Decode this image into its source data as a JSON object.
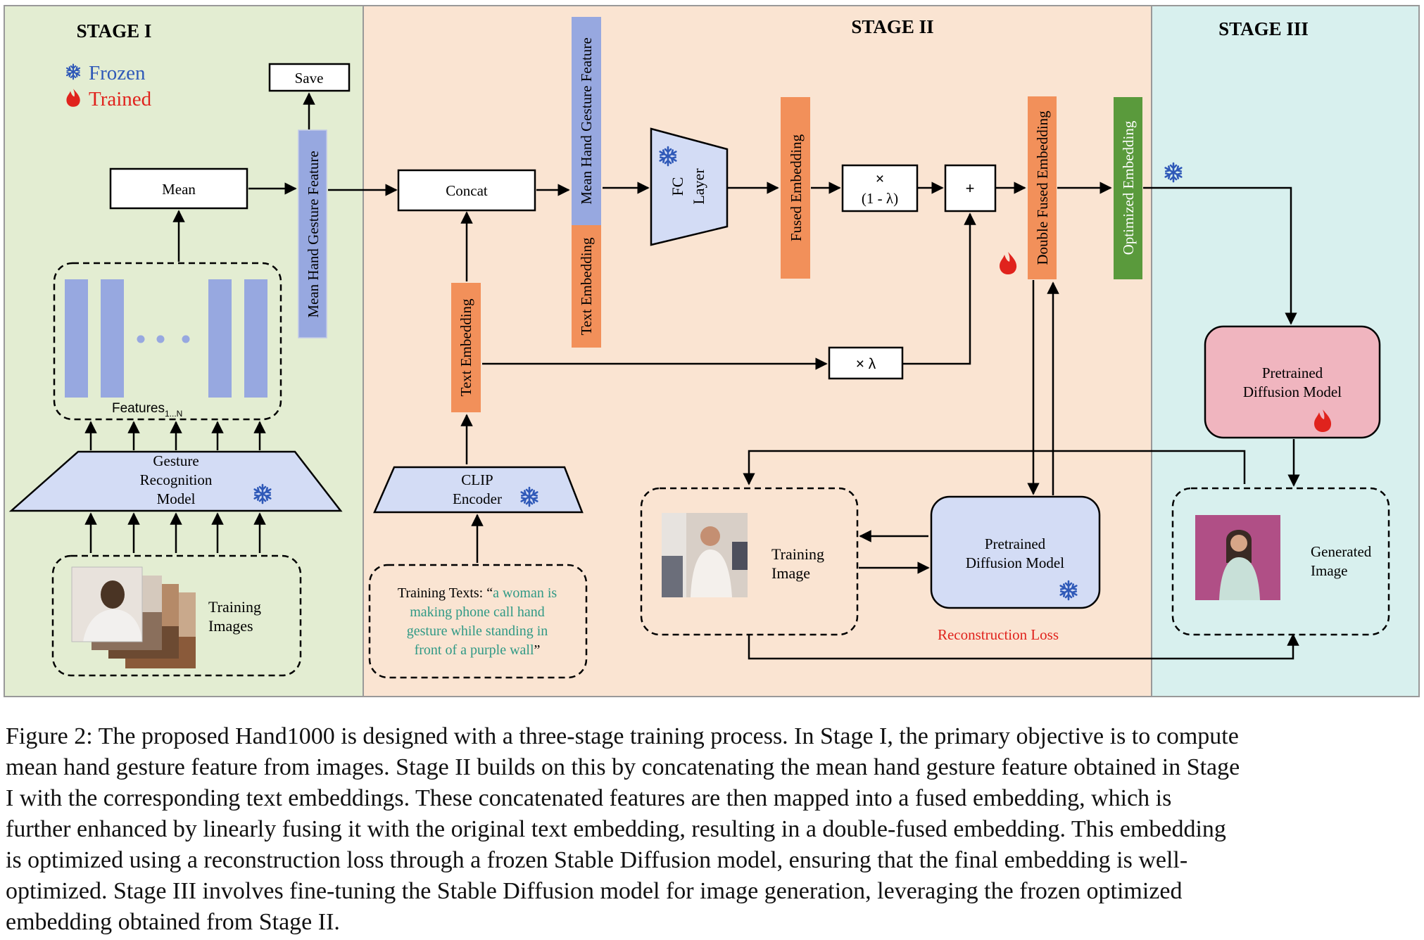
{
  "stages": {
    "stage1": {
      "title": "STAGE I"
    },
    "stage2": {
      "title": "STAGE II"
    },
    "stage3": {
      "title": "STAGE III"
    }
  },
  "legend": {
    "frozen": "Frozen",
    "trained": "Trained"
  },
  "stage1": {
    "save": "Save",
    "mean": "Mean",
    "mean_feature": "Mean Hand Gesture Feature",
    "features_label": "Features",
    "features_sub": "1...N",
    "gesture_model": [
      "Gesture",
      "Recognition",
      "Model"
    ],
    "training_images": [
      "Training",
      "Images"
    ]
  },
  "stage2": {
    "concat": "Concat",
    "text_embedding": "Text Embedding",
    "mean_feature": "Mean Hand Gesture Feature",
    "text_embedding_concat": "Text Embedding",
    "clip": [
      "CLIP",
      "Encoder"
    ],
    "training_texts_prefix": "Training Texts: “",
    "training_texts_quote_1": "a woman is",
    "training_texts_quote_2": "making phone call hand",
    "training_texts_quote_3": "gesture while standing in",
    "training_texts_quote_4": "front of a purple wall",
    "training_texts_suffix": "”",
    "fc_layer": [
      "FC",
      "Layer"
    ],
    "fused_embedding": "Fused Embedding",
    "times_one_minus": "×",
    "one_minus_lambda": "(1 - λ)",
    "times_lambda": "× λ",
    "plus": "+",
    "double_fused": "Double Fused Embedding",
    "training_image": [
      "Training",
      "Image"
    ],
    "pretrained_model": [
      "Pretrained",
      "Diffusion Model"
    ],
    "reconstruction_loss": "Reconstruction Loss"
  },
  "stage3": {
    "optimized_embedding": "Optimized Embedding",
    "pretrained_model": [
      "Pretrained",
      "Diffusion Model"
    ],
    "generated_image": [
      "Generated",
      "Image"
    ]
  },
  "caption": [
    "Figure 2: The proposed Hand1000 is designed with a three-stage training process. In Stage I, the primary objective is to compute",
    "mean hand gesture feature from images. Stage II builds on this by concatenating the mean hand gesture feature obtained in Stage",
    "I with the corresponding text embeddings. These concatenated features are then mapped into a fused embedding, which is",
    "further enhanced by linearly fusing it with the original text embedding, resulting in a double-fused embedding. This embedding",
    "is optimized using a reconstruction loss through a frozen Stable Diffusion model, ensuring that the final embedding is well-",
    "optimized. Stage III involves fine-tuning the Stable Diffusion model for image generation, leveraging the frozen optimized",
    "embedding obtained from Stage II."
  ],
  "colors": {
    "stage1_bg": "#e3edd2",
    "stage2_bg": "#fae4d2",
    "stage3_bg": "#d8f0ee",
    "feature_blue": "#97a8e0",
    "embed_orange": "#f2905a",
    "optimized_green": "#5a9a3c",
    "model_lavender": "#d3dcf5",
    "pretrained_pink": "#f0b5bf",
    "teal_text": "#2f9985",
    "loss_red": "#e0231d",
    "frozen_blue": "#2f59b8",
    "trained_red": "#e0231d"
  }
}
